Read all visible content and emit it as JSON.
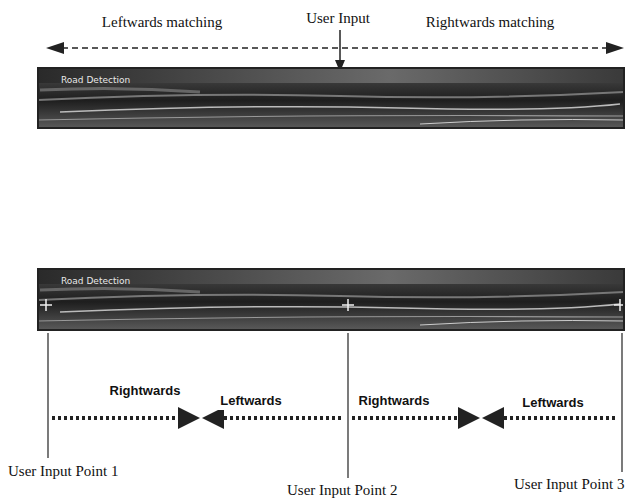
{
  "diagram": {
    "nodes": [
      {
        "text": [
          "Road Detection"
        ]
      },
      {
        "text": [
          "Road Detection"
        ]
      }
    ],
    "labels": [
      "Leftwards matching",
      "User Input",
      "Rightwards matching",
      "Rightwards",
      "Leftwards",
      "Rightwards",
      "Leftwards",
      "User Input Point 1",
      "User Input Point 2",
      "User Input Point 3"
    ]
  }
}
